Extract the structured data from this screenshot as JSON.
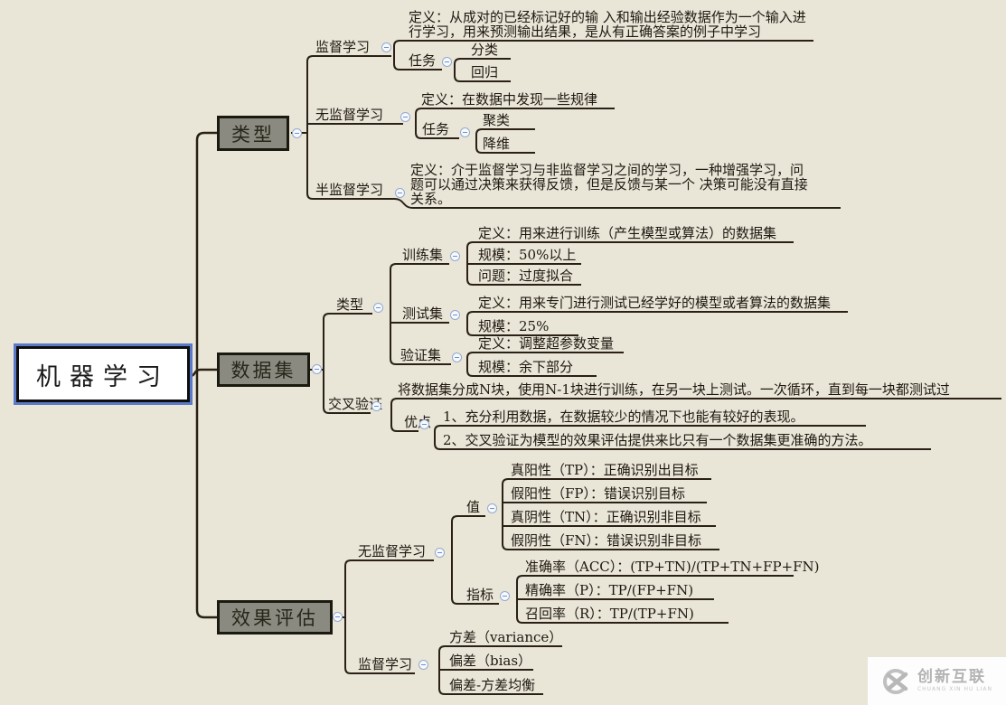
{
  "mindmap": {
    "root": {
      "label": "机器学习"
    },
    "branches": {
      "type": {
        "label": "类型",
        "supervised": {
          "label": "监督学习",
          "definition": "定义：从成对的已经标记好的输 入和输出经验数据作为一个输入进行学习，用来预测输出结果，是从有正确答案的例子中学习",
          "task": {
            "label": "任务",
            "items": [
              "分类",
              "回归"
            ]
          }
        },
        "unsupervised": {
          "label": "无监督学习",
          "definition": "定义：在数据中发现一些规律",
          "task": {
            "label": "任务",
            "items": [
              "聚类",
              "降维"
            ]
          }
        },
        "semi_supervised": {
          "label": "半监督学习",
          "definition": "定义：介于监督学习与非监督学习之间的学习，一种增强学习，问题可以通过决策来获得反馈，但是反馈与某一个 决策可能没有直接关系。"
        }
      },
      "dataset": {
        "label": "数据集",
        "type": {
          "label": "类型",
          "training_set": {
            "label": "训练集",
            "definition": "定义：用来进行训练（产生模型或算法）的数据集",
            "scale": "规模：50%以上",
            "problem": "问题：过度拟合"
          },
          "test_set": {
            "label": "测试集",
            "definition": "定义：用来专门进行测试已经学好的模型或者算法的数据集",
            "scale": "规模：25%"
          },
          "validation_set": {
            "label": "验证集",
            "definition": "定义：调整超参数变量",
            "scale": "规模：余下部分"
          }
        },
        "cross_validation": {
          "label": "交叉验证",
          "description": "将数据集分成N块，使用N-1块进行训练，在另一块上测试。一次循环，直到每一块都测试过",
          "advantages": {
            "label": "优点",
            "items": [
              "1、充分利用数据，在数据较少的情况下也能有较好的表现。",
              "2、交叉验证为模型的效果评估提供来比只有一个数据集更准确的方法。"
            ]
          }
        }
      },
      "evaluation": {
        "label": "效果评估",
        "unsupervised": {
          "label": "无监督学习",
          "values": {
            "label": "值",
            "items": [
              "真阳性（TP）：正确识别出目标",
              "假阳性（FP）：错误识别目标",
              "真阴性（TN）：正确识别非目标",
              "假阴性（FN）：错误识别非目标"
            ]
          },
          "metrics": {
            "label": "指标",
            "items": [
              "准确率（ACC）：(TP+TN)/(TP+TN+FP+FN)",
              "精确率（P）：TP/(FP+FN)",
              "召回率（R）：TP/(TP+FN)"
            ]
          }
        },
        "supervised": {
          "label": "监督学习",
          "items": [
            "方差（variance）",
            "偏差（bias）",
            "偏差-方差均衡"
          ]
        }
      }
    }
  },
  "watermark": {
    "name": "创新互联",
    "subtitle": "CHUANG XIN HU LIAN"
  },
  "colors": {
    "background": "#e9e5d7",
    "node_fill": "#8b8a80",
    "node_border": "#1b1a11",
    "line": "#2a2016",
    "root_fill": "#ffffff",
    "root_ring": "#5b79c9",
    "fold_icon_blue": "#6f8fc0",
    "watermark_gray": "#b3b3b3"
  }
}
